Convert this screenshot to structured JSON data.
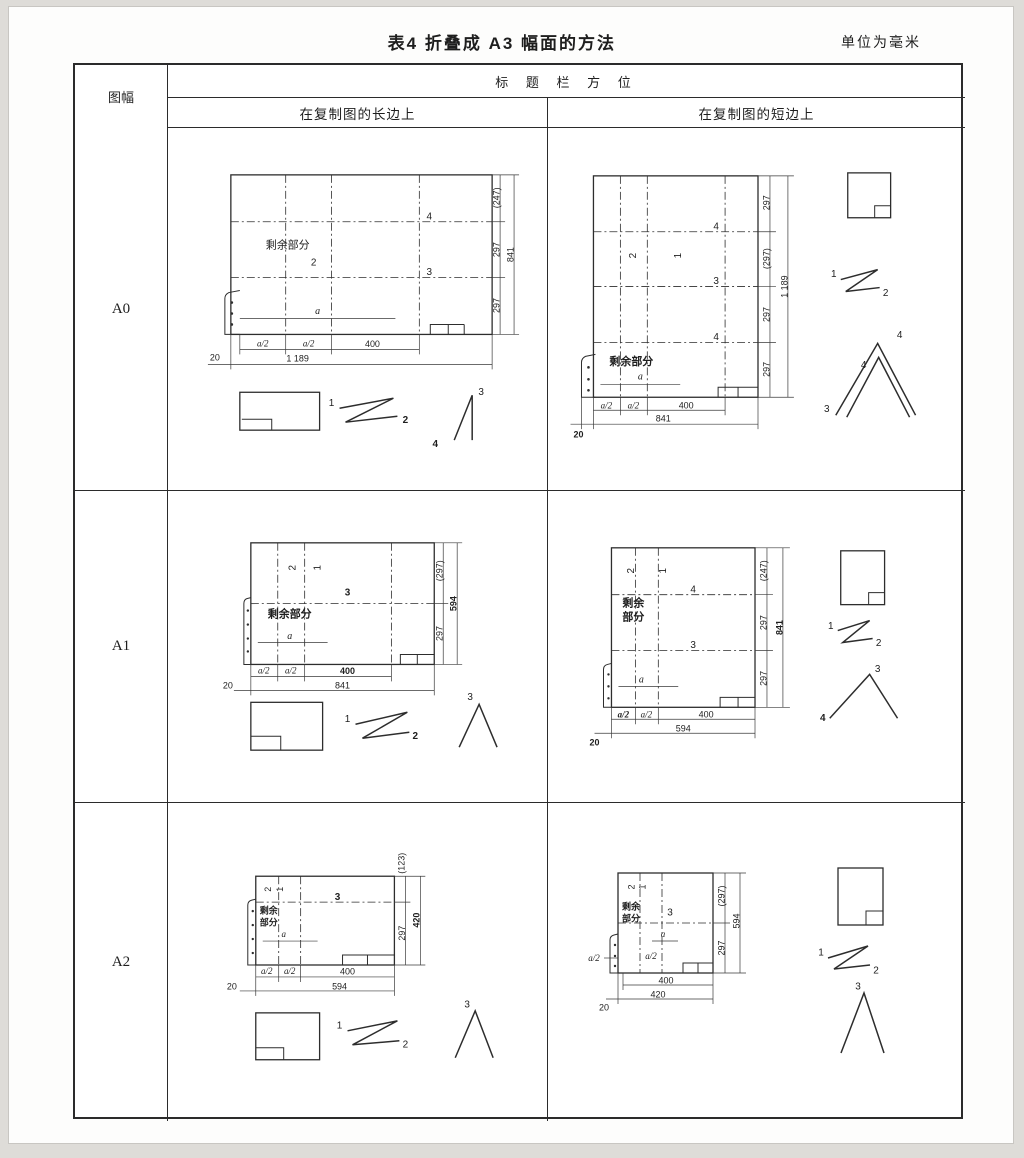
{
  "page": {
    "title": "表4  折叠成 A3 幅面的方法",
    "unit_note": "单位为毫米"
  },
  "table": {
    "header": {
      "col_frame": "图幅",
      "col_title_bar": "标 题 栏 方 位",
      "sub_long": "在复制图的长边上",
      "sub_short": "在复制图的短边上"
    },
    "row_labels": [
      "A0",
      "A1",
      "A2"
    ]
  },
  "diagrams": {
    "a0_long": {
      "remaining": "剩余部分",
      "fold2": "2",
      "fold3": "3",
      "fold4": "4",
      "a": "a",
      "v_247": "(247)",
      "v_297a": "297",
      "v_297b": "297",
      "v_total": "841",
      "h_a2a": "a/2",
      "h_a2b": "a/2",
      "h_400": "400",
      "h_total": "1 189",
      "h_20": "20",
      "seq1": "1",
      "seq2": "2",
      "seq3": "3",
      "seq4": "4"
    },
    "a0_short": {
      "remaining": "剩余部分",
      "fold1": "1",
      "fold2": "2",
      "fold3": "3",
      "fold4a": "4",
      "fold4b": "4",
      "a": "a",
      "v_297a": "297",
      "v_297b": "(297)",
      "v_297c": "297",
      "v_297d": "297",
      "v_total": "1 189",
      "h_a2a": "a/2",
      "h_a2b": "a/2",
      "h_400": "400",
      "h_total": "841",
      "h_20": "20",
      "seq1": "1",
      "seq2": "2",
      "seq3": "3",
      "seq4a": "4",
      "seq4b": "4"
    },
    "a1_long": {
      "remaining": "剩余部分",
      "fold1": "1",
      "fold2": "2",
      "fold3": "3",
      "a": "a",
      "v_297p": "(297)",
      "v_297": "297",
      "v_total": "594",
      "h_a2a": "a/2",
      "h_a2b": "a/2",
      "h_400": "400",
      "h_total": "841",
      "h_20": "20",
      "seq1": "1",
      "seq2": "2",
      "seq3": "3"
    },
    "a1_short": {
      "remaining_1": "剩余",
      "remaining_2": "部分",
      "fold1": "1",
      "fold2": "2",
      "fold3": "3",
      "fold4": "4",
      "a": "a",
      "v_247": "(247)",
      "v_297a": "297",
      "v_297b": "297",
      "v_total": "841",
      "h_a2a": "a/2",
      "h_a2b": "a/2",
      "h_400": "400",
      "h_total": "594",
      "h_20": "20",
      "seq1": "1",
      "seq2": "2",
      "seq3": "3",
      "seq4": "4"
    },
    "a2_long": {
      "remaining_1": "剩余",
      "remaining_2": "部分",
      "fold1": "1",
      "fold2": "2",
      "fold3": "3",
      "a": "a",
      "v_123": "(123)",
      "v_297": "297",
      "v_total": "420",
      "h_a2a": "a/2",
      "h_a2b": "a/2",
      "h_400": "400",
      "h_total": "594",
      "h_20": "20",
      "seq1": "1",
      "seq2": "2",
      "seq3": "3"
    },
    "a2_short": {
      "remaining_1": "剩余",
      "remaining_2": "部分",
      "fold1": "1",
      "fold2": "2",
      "fold3": "3",
      "a": "a",
      "a2a": "a/2",
      "a2b": "a/2",
      "v_297p": "(297)",
      "v_297": "297",
      "v_total": "594",
      "h_400": "400",
      "h_total": "420",
      "h_20": "20",
      "seq1": "1",
      "seq2": "2",
      "seq3": "3"
    }
  }
}
